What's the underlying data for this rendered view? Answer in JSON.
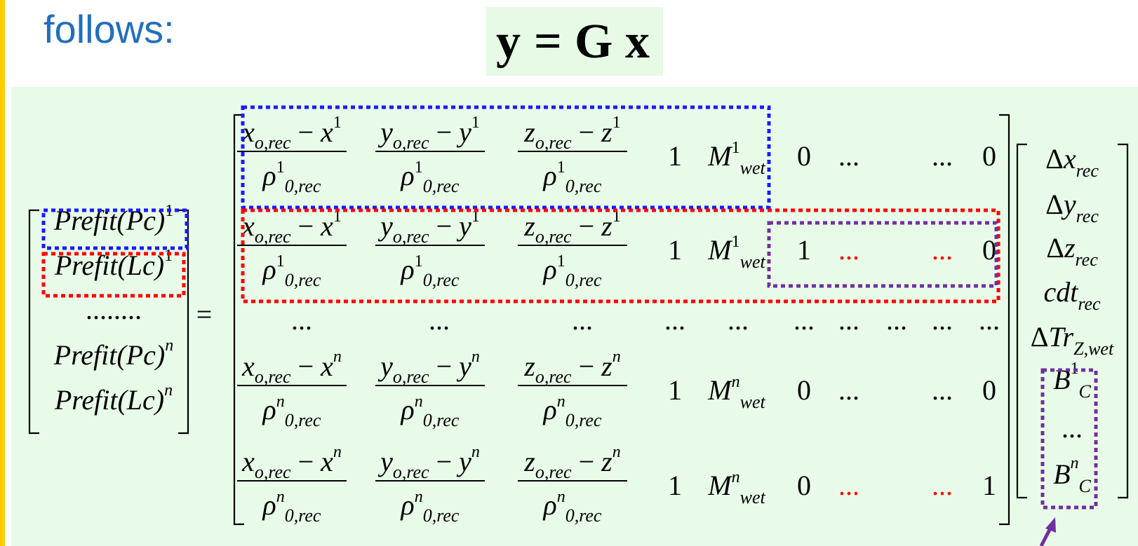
{
  "caption": "follows:",
  "equation": {
    "lhs": "y",
    "eq": "=",
    "g": "G",
    "x": "x"
  },
  "lhs_vector": {
    "rows": [
      {
        "base": "Prefit(Pc)",
        "sup": "1"
      },
      {
        "base": "Prefit(Lc)",
        "sup": "1"
      },
      {
        "base": "........",
        "sup": ""
      },
      {
        "base": "Prefit(Pc)",
        "sup": "n"
      },
      {
        "base": "Prefit(Lc)",
        "sup": "n"
      }
    ]
  },
  "equals": "=",
  "g_matrix": {
    "fraction_rows": [
      {
        "sat": "1",
        "cells": [
          "0",
          "...",
          "...",
          "0"
        ],
        "dots_red": false
      },
      {
        "sat": "1",
        "cells": [
          "1",
          "...",
          "...",
          "0"
        ],
        "dots_red": true
      },
      {
        "sat": "n",
        "cells": [
          "0",
          "...",
          "...",
          "0"
        ],
        "dots_red": false
      },
      {
        "sat": "n",
        "cells": [
          "0",
          "...",
          "...",
          "1"
        ],
        "dots_red": true
      }
    ],
    "num_x": "x",
    "num_y": "y",
    "num_z": "z",
    "sub_rec": "o,rec",
    "minus": "−",
    "rho": "ρ",
    "rho_sub": "0,rec",
    "one": "1",
    "M": "M",
    "M_sub": "wet",
    "dots_row": [
      "...",
      "...",
      "...",
      "...",
      "...",
      "...",
      "...",
      "...",
      "...",
      "..."
    ]
  },
  "x_vector": {
    "rows": [
      {
        "pre": "Δ",
        "base": "x",
        "sub": "rec",
        "sup": ""
      },
      {
        "pre": "Δ",
        "base": "y",
        "sub": "rec",
        "sup": ""
      },
      {
        "pre": "Δ",
        "base": "z",
        "sub": "rec",
        "sup": ""
      },
      {
        "pre": "",
        "base": "cdt",
        "sub": "rec",
        "sup": ""
      },
      {
        "pre": "Δ",
        "base": "Tr",
        "sub": "Z,wet",
        "sup": ""
      },
      {
        "pre": "",
        "base": "B",
        "sub": "C",
        "sup": "1"
      },
      {
        "pre": "",
        "base": "...",
        "sub": "",
        "sup": ""
      },
      {
        "pre": "",
        "base": "B",
        "sub": "C",
        "sup": "n"
      }
    ]
  },
  "colors": {
    "caption": "#1f6fbf",
    "blue_box": "#1a1aff",
    "red_box": "#ff0000",
    "purple_box": "#7030a0",
    "red_dots": "#ff0000",
    "panel_bg": "#e8fbe8",
    "eq_bg": "#e6fae6",
    "yellow_bar": "#ffcc00"
  }
}
